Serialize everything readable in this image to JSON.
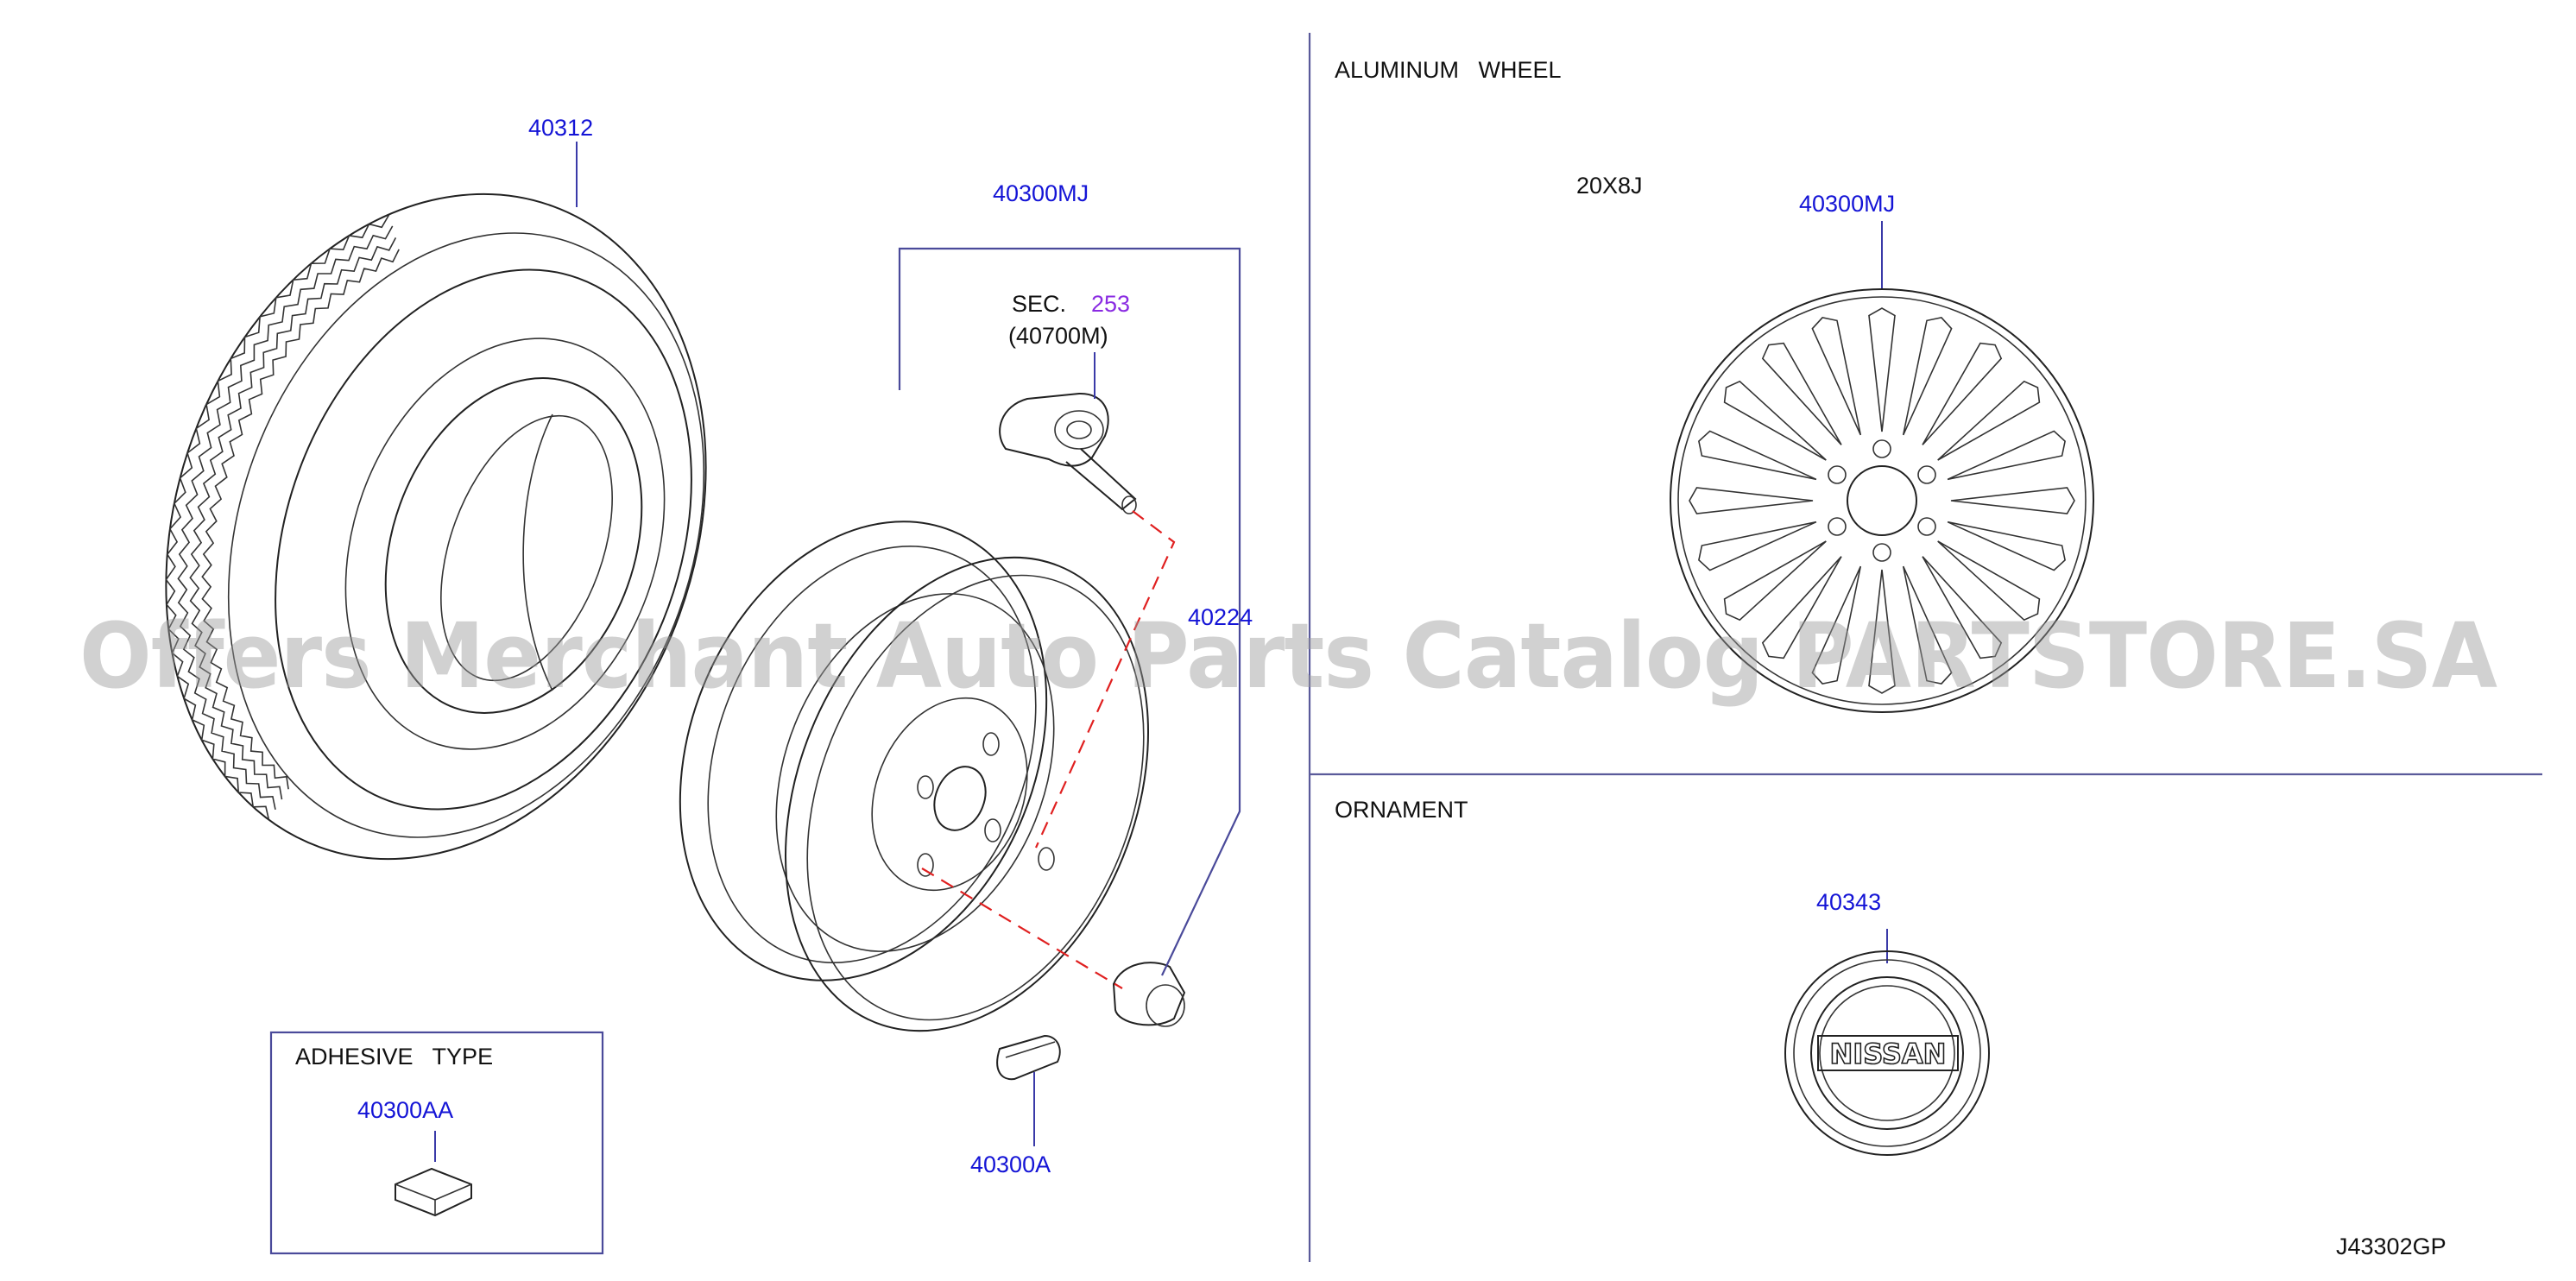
{
  "parts": {
    "tire": "40312",
    "wheel_assembly": "40300MJ",
    "sec_prefix": "SEC.",
    "sec_number": "253",
    "sensor_ref": "(40700M)",
    "valve_nut": "40224",
    "balance_weight": "40300A",
    "adhesive_title": "ADHESIVE   TYPE",
    "adhesive_weight": "40300AA",
    "aluminum_title": "ALUMINUM   WHEEL",
    "wheel_size": "20X8J",
    "aluminum_wheel": "40300MJ",
    "ornament_title": "ORNAMENT",
    "ornament": "40343",
    "emblem_text": "NISSAN",
    "diagram_id": "J43302GP"
  },
  "watermark": "Offers Merchant Auto Parts Catalog PARTSTORE.SA",
  "colors": {
    "part_number": "#1414d6",
    "section_ref": "#8a2be2",
    "leader": "#3a3aa8",
    "dashed_line": "#e02020"
  }
}
